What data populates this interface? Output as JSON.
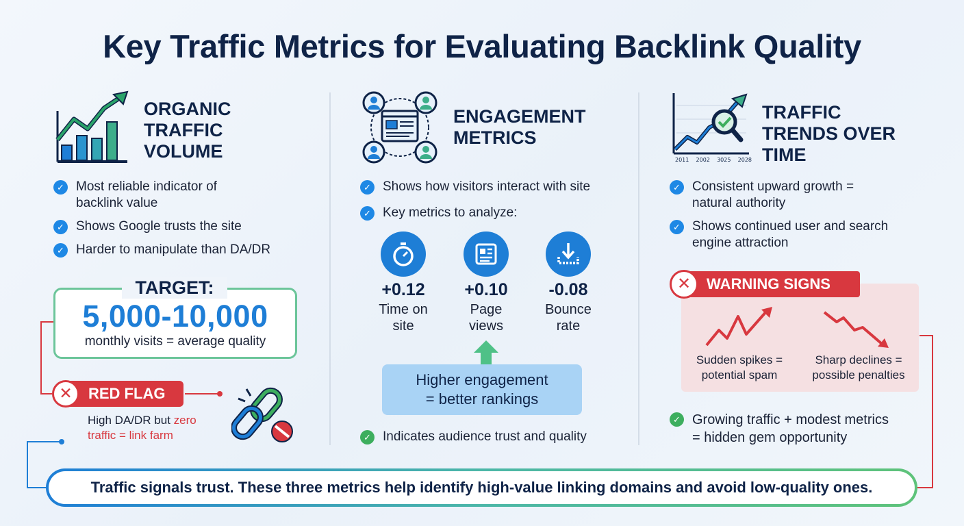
{
  "title": "Key Traffic Metrics for Evaluating Backlink Quality",
  "columns": [
    {
      "heading": [
        "ORGANIC",
        "TRAFFIC",
        "VOLUME"
      ],
      "icon": "bar-chart-growth-icon",
      "bullets": [
        [
          "Most reliable indicator of",
          "backlink value"
        ],
        [
          "Shows Google trusts the site"
        ],
        [
          "Harder to manipulate than DA/DR"
        ]
      ],
      "target": {
        "label": "TARGET:",
        "value": "5,000-10,000",
        "sub": "monthly visits = average quality"
      },
      "red_flag": {
        "label": "RED FLAG",
        "text_prefix": "High DA/DR but ",
        "text_highlight": "zero",
        "text_line2": "traffic = link farm",
        "icon": "broken-chain-link-icon"
      }
    },
    {
      "heading": [
        "ENGAGEMENT",
        "METRICS"
      ],
      "icon": "users-network-icon",
      "bullets": [
        [
          "Shows how visitors interact with site"
        ],
        [
          "Key metrics to analyze:"
        ]
      ],
      "metrics": [
        {
          "value": "+0.12",
          "label": [
            "Time on",
            "site"
          ],
          "icon": "stopwatch-icon"
        },
        {
          "value": "+0.10",
          "label": [
            "Page",
            "views"
          ],
          "icon": "page-document-icon"
        },
        {
          "value": "-0.08",
          "label": [
            "Bounce",
            "rate"
          ],
          "icon": "download-arrow-icon"
        }
      ],
      "callout": [
        "Higher engagement",
        "= better rankings"
      ],
      "footer_bullet": "Indicates audience trust and quality"
    },
    {
      "heading": [
        "TRAFFIC",
        "TRENDS OVER",
        "TIME"
      ],
      "icon": "trend-magnifier-icon",
      "year_labels": [
        "2011",
        "2002",
        "3025",
        "2028"
      ],
      "bullets": [
        [
          "Consistent upward growth =",
          "natural authority"
        ],
        [
          "Shows continued user and search",
          "engine attraction"
        ]
      ],
      "warning": {
        "label": "WARNING SIGNS",
        "items": [
          {
            "caption": [
              "Sudden spikes =",
              "potential spam"
            ],
            "icon": "spike-up-arrow-icon"
          },
          {
            "caption": [
              "Sharp declines =",
              "possible penalties"
            ],
            "icon": "decline-down-arrow-icon"
          }
        ]
      },
      "opportunity": [
        "Growing traffic + modest metrics",
        "= hidden gem opportunity"
      ]
    }
  ],
  "footer": "Traffic signals trust. These three metrics help identify high-value linking domains and avoid low-quality ones.",
  "colors": {
    "navy": "#0f2347",
    "blue": "#1e7ed6",
    "green": "#3dae5e",
    "red": "#d8383f"
  }
}
